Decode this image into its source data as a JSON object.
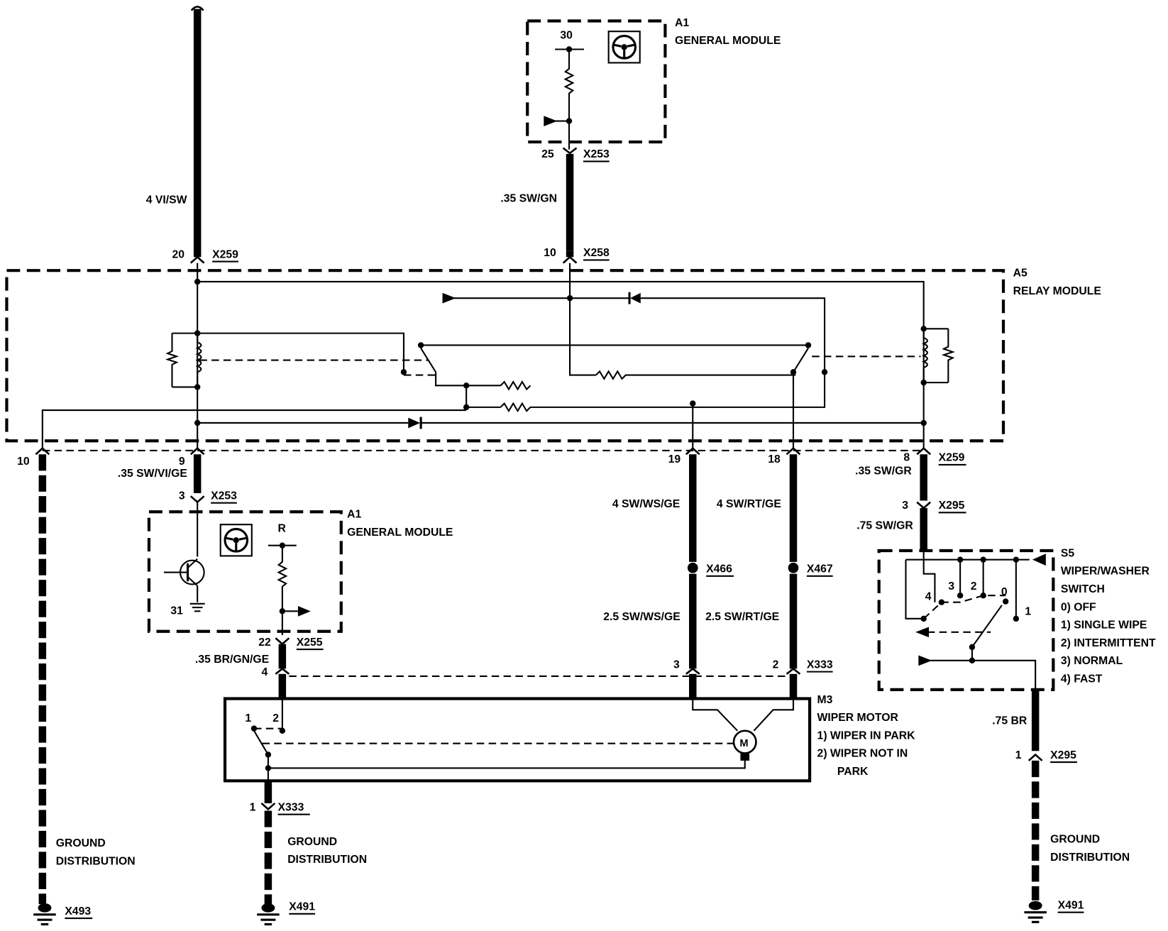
{
  "top_module": {
    "id": "A1",
    "name": "GENERAL MODULE",
    "pin": "30"
  },
  "bottom_module": {
    "id": "A1",
    "name": "GENERAL MODULE",
    "pin_r": "R",
    "pin_31": "31"
  },
  "relay_module": {
    "id": "A5",
    "name": "RELAY MODULE"
  },
  "wiper_motor": {
    "id": "M3",
    "name": "WIPER MOTOR",
    "note1": "1)  WIPER IN PARK",
    "note2a": "2)  WIPER NOT IN",
    "note2b": "PARK",
    "pin1": "1",
    "pin2": "2"
  },
  "switch": {
    "id": "S5",
    "name1": "WIPER/WASHER",
    "name2": "SWITCH",
    "positions": [
      "0)  OFF",
      "1)  SINGLE WIPE",
      "2)  INTERMITTENT",
      "3)  NORMAL",
      "4)  FAST"
    ],
    "contacts": [
      "4",
      "3",
      "2",
      "0",
      "1"
    ]
  },
  "wires": {
    "w1": "4 VI/SW",
    "w2": ".35 SW/GN",
    "w3": ".35 SW/VI/GE",
    "w4": ".35 BR/GN/GE",
    "w5": "4 SW/WS/GE",
    "w6": "4 SW/RT/GE",
    "w7": "2.5 SW/WS/GE",
    "w8": "2.5 SW/RT/GE",
    "w9": ".35 SW/GR",
    "w10": ".75 SW/GR",
    "w11": ".75 BR"
  },
  "connectors": {
    "c1_pin": "20",
    "c1": "X259",
    "c2_pin": "25",
    "c2": "X253",
    "c3_pin": "10",
    "c3": "X258",
    "c4_pin": "9",
    "c5_pin": "3",
    "c5": "X253",
    "c6_pin": "22",
    "c6": "X255",
    "c7_pin": "4",
    "c8_pin": "19",
    "c9_pin": "18",
    "c10": "X466",
    "c11": "X467",
    "c12_pin": "3",
    "c13_pin": "2",
    "c13": "X333",
    "c14_pin": "8",
    "c14": "X259",
    "c15_pin": "3",
    "c15": "X295",
    "c16_pin": "1",
    "c16": "X295",
    "c17_pin": "1",
    "c17": "X333",
    "c18_pin": "10"
  },
  "grounds": {
    "g1_a": "GROUND",
    "g1_b": "DISTRIBUTION",
    "g1": "X493",
    "g2_a": "GROUND",
    "g2_b": "DISTRIBUTION",
    "g2": "X491",
    "g3_a": "GROUND",
    "g3_b": "DISTRIBUTION",
    "g3": "X491"
  }
}
